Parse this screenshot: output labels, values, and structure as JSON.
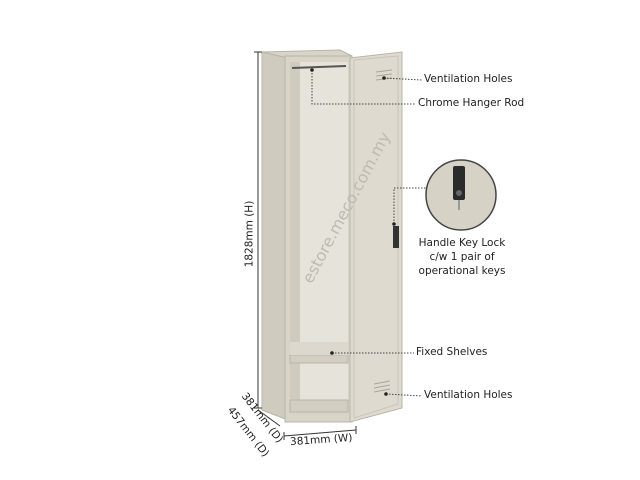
{
  "watermark": "estore.meco.com.my",
  "dimensions": {
    "height": "1828mm (H)",
    "width": "381mm (W)",
    "depth_inner": "381mm (D)",
    "depth_outer": "457mm (D)"
  },
  "callouts": {
    "vent_top": "Ventilation Holes",
    "hanger_rod": "Chrome Hanger Rod",
    "lock_line1": "Handle Key Lock",
    "lock_line2": "c/w 1 pair of",
    "lock_line3": "operational keys",
    "shelves": "Fixed Shelves",
    "vent_bottom": "Ventilation Holes"
  },
  "colors": {
    "body": "#d8d4c8",
    "interior": "#e6e3da",
    "shadow": "#b9b4a7"
  }
}
